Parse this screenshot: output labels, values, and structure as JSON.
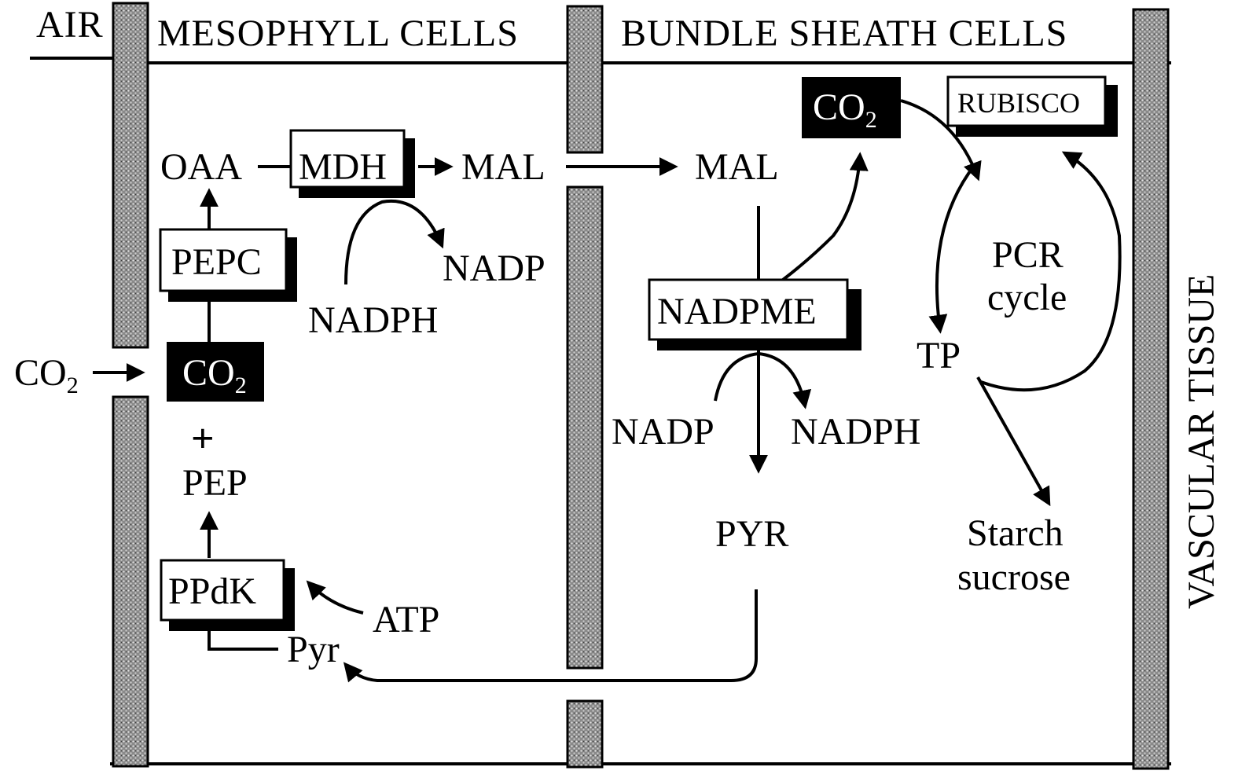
{
  "colors": {
    "ink": "#000000",
    "paper": "#ffffff",
    "membrane_fill": "#9a9a9a"
  },
  "header": {
    "air": "AIR",
    "mesophyll": "MESOPHYLL CELLS",
    "bundle_sheath": "BUNDLE SHEATH CELLS"
  },
  "side_label": "VASCULAR TISSUE",
  "mesophyll": {
    "co2_in": "CO",
    "co2_in_sub": "2",
    "co2_box": "CO",
    "co2_box_sub": "2",
    "plus": "+",
    "pep": "PEP",
    "pepc": "PEPC",
    "oaa": "OAA",
    "mdh": "MDH",
    "mal": "MAL",
    "nadp": "NADP",
    "nadph": "NADPH",
    "ppdk": "PPdK",
    "atp": "ATP",
    "pyr": "Pyr"
  },
  "bundle_sheath": {
    "mal": "MAL",
    "co2_box": "CO",
    "co2_box_sub": "2",
    "rubisco": "RUBISCO",
    "nadpme": "NADPME",
    "nadp": "NADP",
    "nadph": "NADPH",
    "pyr": "PYR",
    "pcr_line1": "PCR",
    "pcr_line2": "cycle",
    "tp": "TP",
    "starch": "Starch",
    "sucrose": "sucrose"
  }
}
